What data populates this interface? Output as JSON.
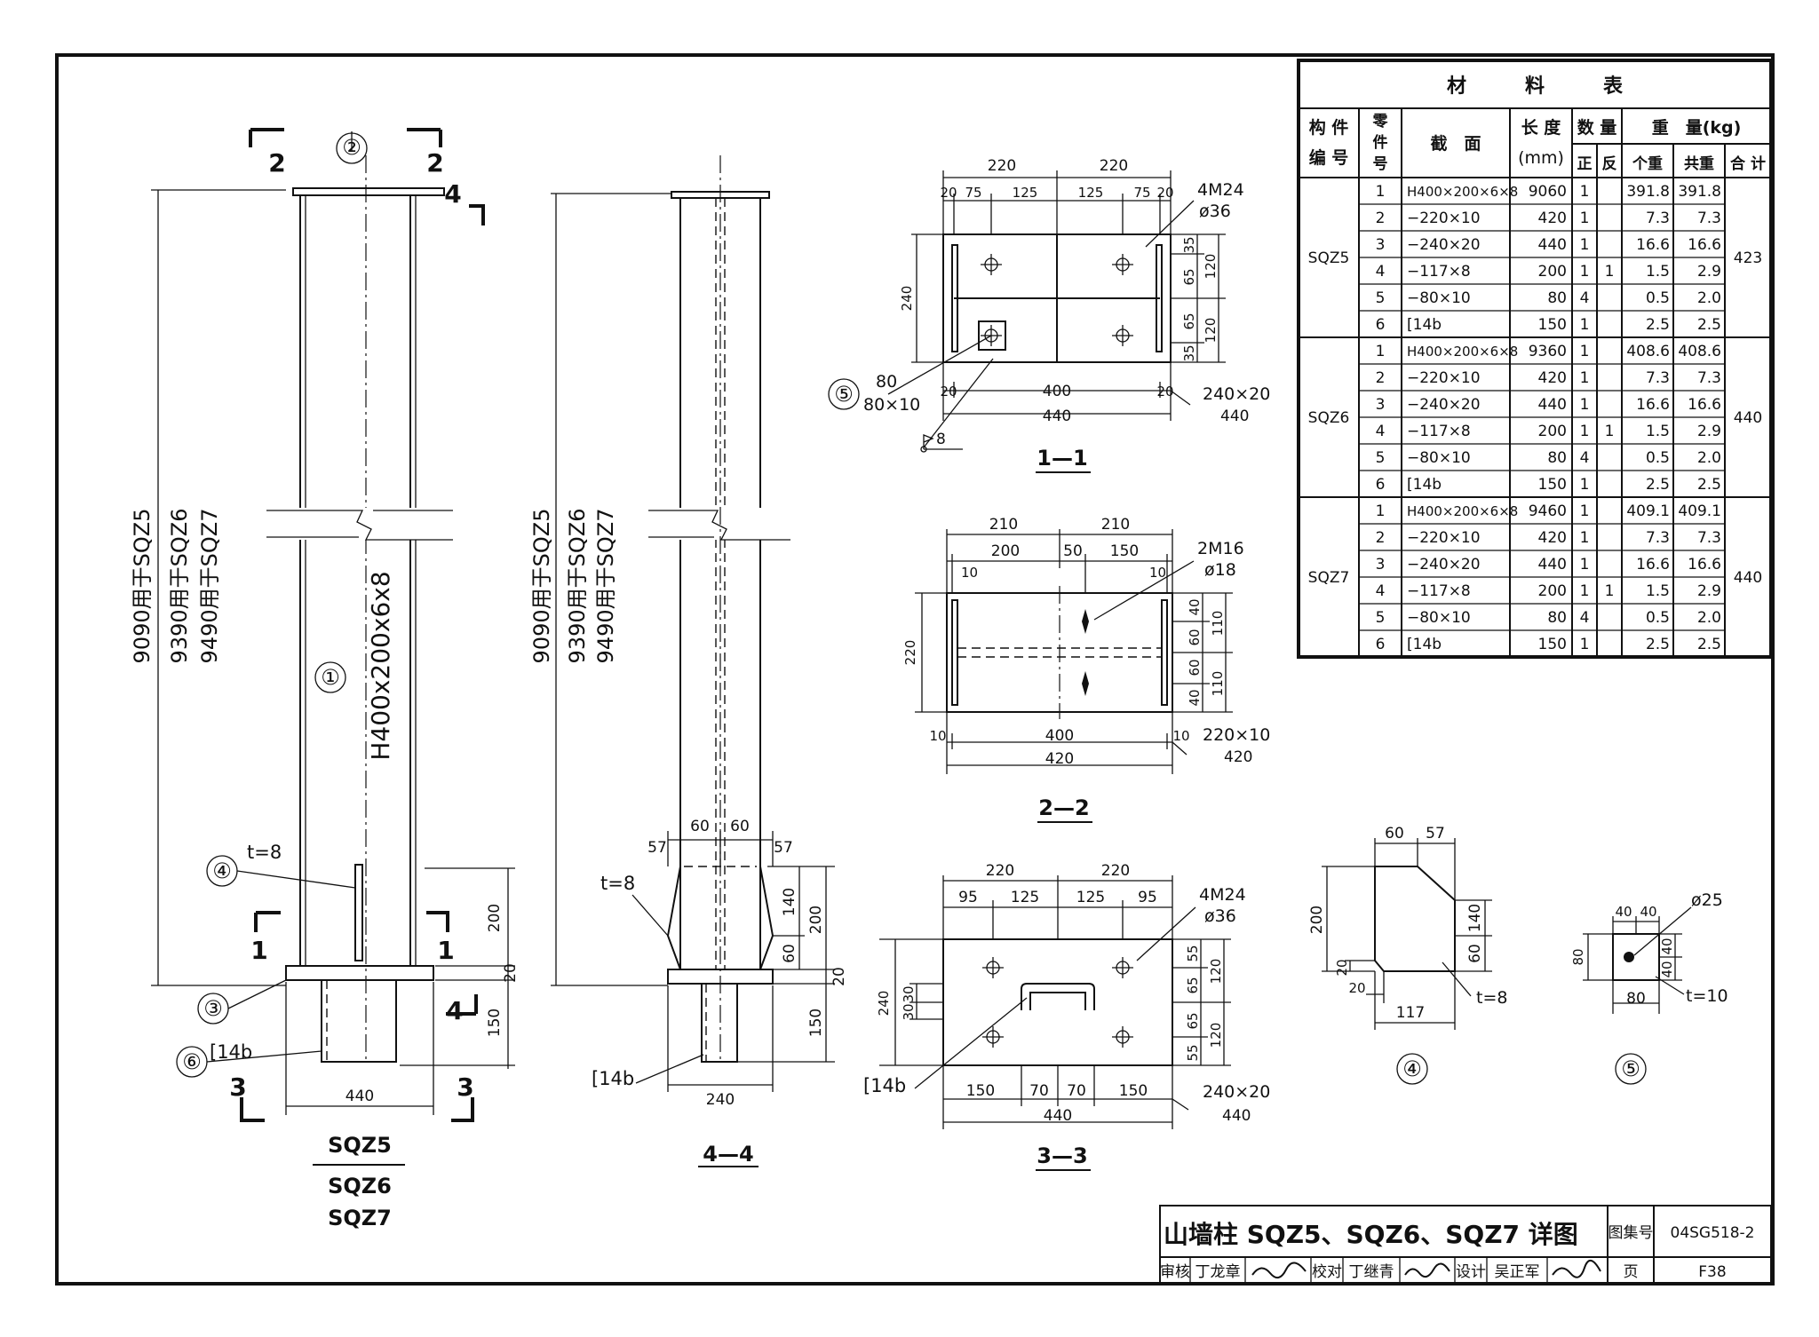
{
  "drawing": {
    "elevation": {
      "marks": [
        "②",
        "①",
        "④",
        "③",
        "⑥"
      ],
      "section_labels": [
        "2",
        "2",
        "4",
        "1",
        "1",
        "4",
        "3",
        "3"
      ],
      "length_labels": [
        "9090用于SQZ5",
        "9390用于SQZ6",
        "9490用于SQZ7"
      ],
      "member_label": "H400x200x6x8",
      "stiffener_label": "t=8",
      "channel_label": "[14b",
      "dims": [
        "200",
        "20",
        "150",
        "440"
      ],
      "titles": [
        "SQZ5",
        "SQZ6",
        "SQZ7"
      ]
    },
    "section_44": {
      "length_labels": [
        "9090用于SQZ5",
        "9390用于SQZ6",
        "9490用于SQZ7"
      ],
      "dims_top": [
        "57",
        "60",
        "60",
        "57"
      ],
      "dims_right": [
        "140",
        "60",
        "200",
        "20",
        "150"
      ],
      "stiffener_label": "t=8",
      "channel_label": "[14b",
      "width": "240",
      "title": "4—4"
    },
    "section_11": {
      "top_dims": [
        "220",
        "220"
      ],
      "sub_dims": [
        "20",
        "75",
        "125",
        "125",
        "75",
        "20"
      ],
      "bolt_label": "4M24",
      "hole_label": "ø36",
      "right_dims": [
        "35",
        "65",
        "65",
        "35"
      ],
      "right_dims2": [
        "120",
        "120"
      ],
      "left_dim": "240",
      "mark": "⑤",
      "washer_labels": [
        "80",
        "80×10"
      ],
      "bottom_dims": [
        "20",
        "400",
        "20"
      ],
      "total": "440",
      "plate_label": "240×20",
      "plate_total": "440",
      "weld": "8",
      "title": "1—1"
    },
    "section_22": {
      "top_dims": [
        "210",
        "210"
      ],
      "sub_dims": [
        "200",
        "50",
        "150"
      ],
      "edge_dims": [
        "10",
        "10"
      ],
      "bolt_label": "2M16",
      "hole_label": "ø18",
      "right_dims": [
        "40",
        "60",
        "60",
        "40"
      ],
      "right_dims2": [
        "110",
        "110"
      ],
      "left_dim": "220",
      "bottom_dims": [
        "10",
        "400",
        "10"
      ],
      "total": "420",
      "plate_label": "220×10",
      "plate_total": "420",
      "title": "2—2"
    },
    "section_33": {
      "top_dims": [
        "220",
        "220"
      ],
      "sub_dims": [
        "95",
        "125",
        "125",
        "95"
      ],
      "bolt_label": "4M24",
      "hole_label": "ø36",
      "right_dims": [
        "55",
        "65",
        "65",
        "55"
      ],
      "right_dims2": [
        "120",
        "120"
      ],
      "left_dims": [
        "240",
        "30",
        "30"
      ],
      "channel_label": "[14b",
      "bottom_dims": [
        "150",
        "70",
        "70",
        "150"
      ],
      "total": "440",
      "plate_label": "240×20",
      "plate_total": "440",
      "title": "3—3"
    },
    "part4": {
      "top_dims": [
        "60",
        "57"
      ],
      "left_dim": "200",
      "right_dims": [
        "140",
        "60"
      ],
      "bottom_dims": [
        "20",
        "20"
      ],
      "width": "117",
      "thickness": "t=8",
      "mark": "④"
    },
    "part5": {
      "hole": "ø25",
      "top_dims": [
        "40",
        "40"
      ],
      "right_dims": [
        "40",
        "40"
      ],
      "left_dim": "80",
      "bottom_dim": "80",
      "thickness": "t=10",
      "mark": "⑤"
    }
  },
  "material_table": {
    "title": "材　　　料　　　表",
    "headers": {
      "member": [
        "构 件",
        "编 号"
      ],
      "part": [
        "零",
        "件",
        "号"
      ],
      "section": "截　面",
      "length": [
        "长 度",
        "(mm)"
      ],
      "qty": "数 量",
      "qty_pos": "正",
      "qty_rev": "反",
      "weight": "重　量(kg)",
      "weight_each": "个重",
      "weight_total": "共重",
      "weight_sum": "合 计"
    },
    "groups": [
      {
        "member": "SQZ5",
        "sum": "423",
        "rows": [
          [
            "1",
            "H400×200×6×8",
            "9060",
            "1",
            "",
            "391.8",
            "391.8"
          ],
          [
            "2",
            "−220×10",
            "420",
            "1",
            "",
            "7.3",
            "7.3"
          ],
          [
            "3",
            "−240×20",
            "440",
            "1",
            "",
            "16.6",
            "16.6"
          ],
          [
            "4",
            "−117×8",
            "200",
            "1",
            "1",
            "1.5",
            "2.9"
          ],
          [
            "5",
            "−80×10",
            "80",
            "4",
            "",
            "0.5",
            "2.0"
          ],
          [
            "6",
            "[14b",
            "150",
            "1",
            "",
            "2.5",
            "2.5"
          ]
        ]
      },
      {
        "member": "SQZ6",
        "sum": "440",
        "rows": [
          [
            "1",
            "H400×200×6×8",
            "9360",
            "1",
            "",
            "408.6",
            "408.6"
          ],
          [
            "2",
            "−220×10",
            "420",
            "1",
            "",
            "7.3",
            "7.3"
          ],
          [
            "3",
            "−240×20",
            "440",
            "1",
            "",
            "16.6",
            "16.6"
          ],
          [
            "4",
            "−117×8",
            "200",
            "1",
            "1",
            "1.5",
            "2.9"
          ],
          [
            "5",
            "−80×10",
            "80",
            "4",
            "",
            "0.5",
            "2.0"
          ],
          [
            "6",
            "[14b",
            "150",
            "1",
            "",
            "2.5",
            "2.5"
          ]
        ]
      },
      {
        "member": "SQZ7",
        "sum": "440",
        "rows": [
          [
            "1",
            "H400×200×6×8",
            "9460",
            "1",
            "",
            "409.1",
            "409.1"
          ],
          [
            "2",
            "−220×10",
            "420",
            "1",
            "",
            "7.3",
            "7.3"
          ],
          [
            "3",
            "−240×20",
            "440",
            "1",
            "",
            "16.6",
            "16.6"
          ],
          [
            "4",
            "−117×8",
            "200",
            "1",
            "1",
            "1.5",
            "2.9"
          ],
          [
            "5",
            "−80×10",
            "80",
            "4",
            "",
            "0.5",
            "2.0"
          ],
          [
            "6",
            "[14b",
            "150",
            "1",
            "",
            "2.5",
            "2.5"
          ]
        ]
      }
    ]
  },
  "title_block": {
    "title": "山墙柱 SQZ5、SQZ6、SQZ7 详图",
    "atlas_label": "图集号",
    "atlas_value": "04SG518-2",
    "roles": [
      "审核",
      "丁龙章",
      "校对",
      "丁继青",
      "设计",
      "吴正军"
    ],
    "page_label": "页",
    "page_value": "F38"
  }
}
